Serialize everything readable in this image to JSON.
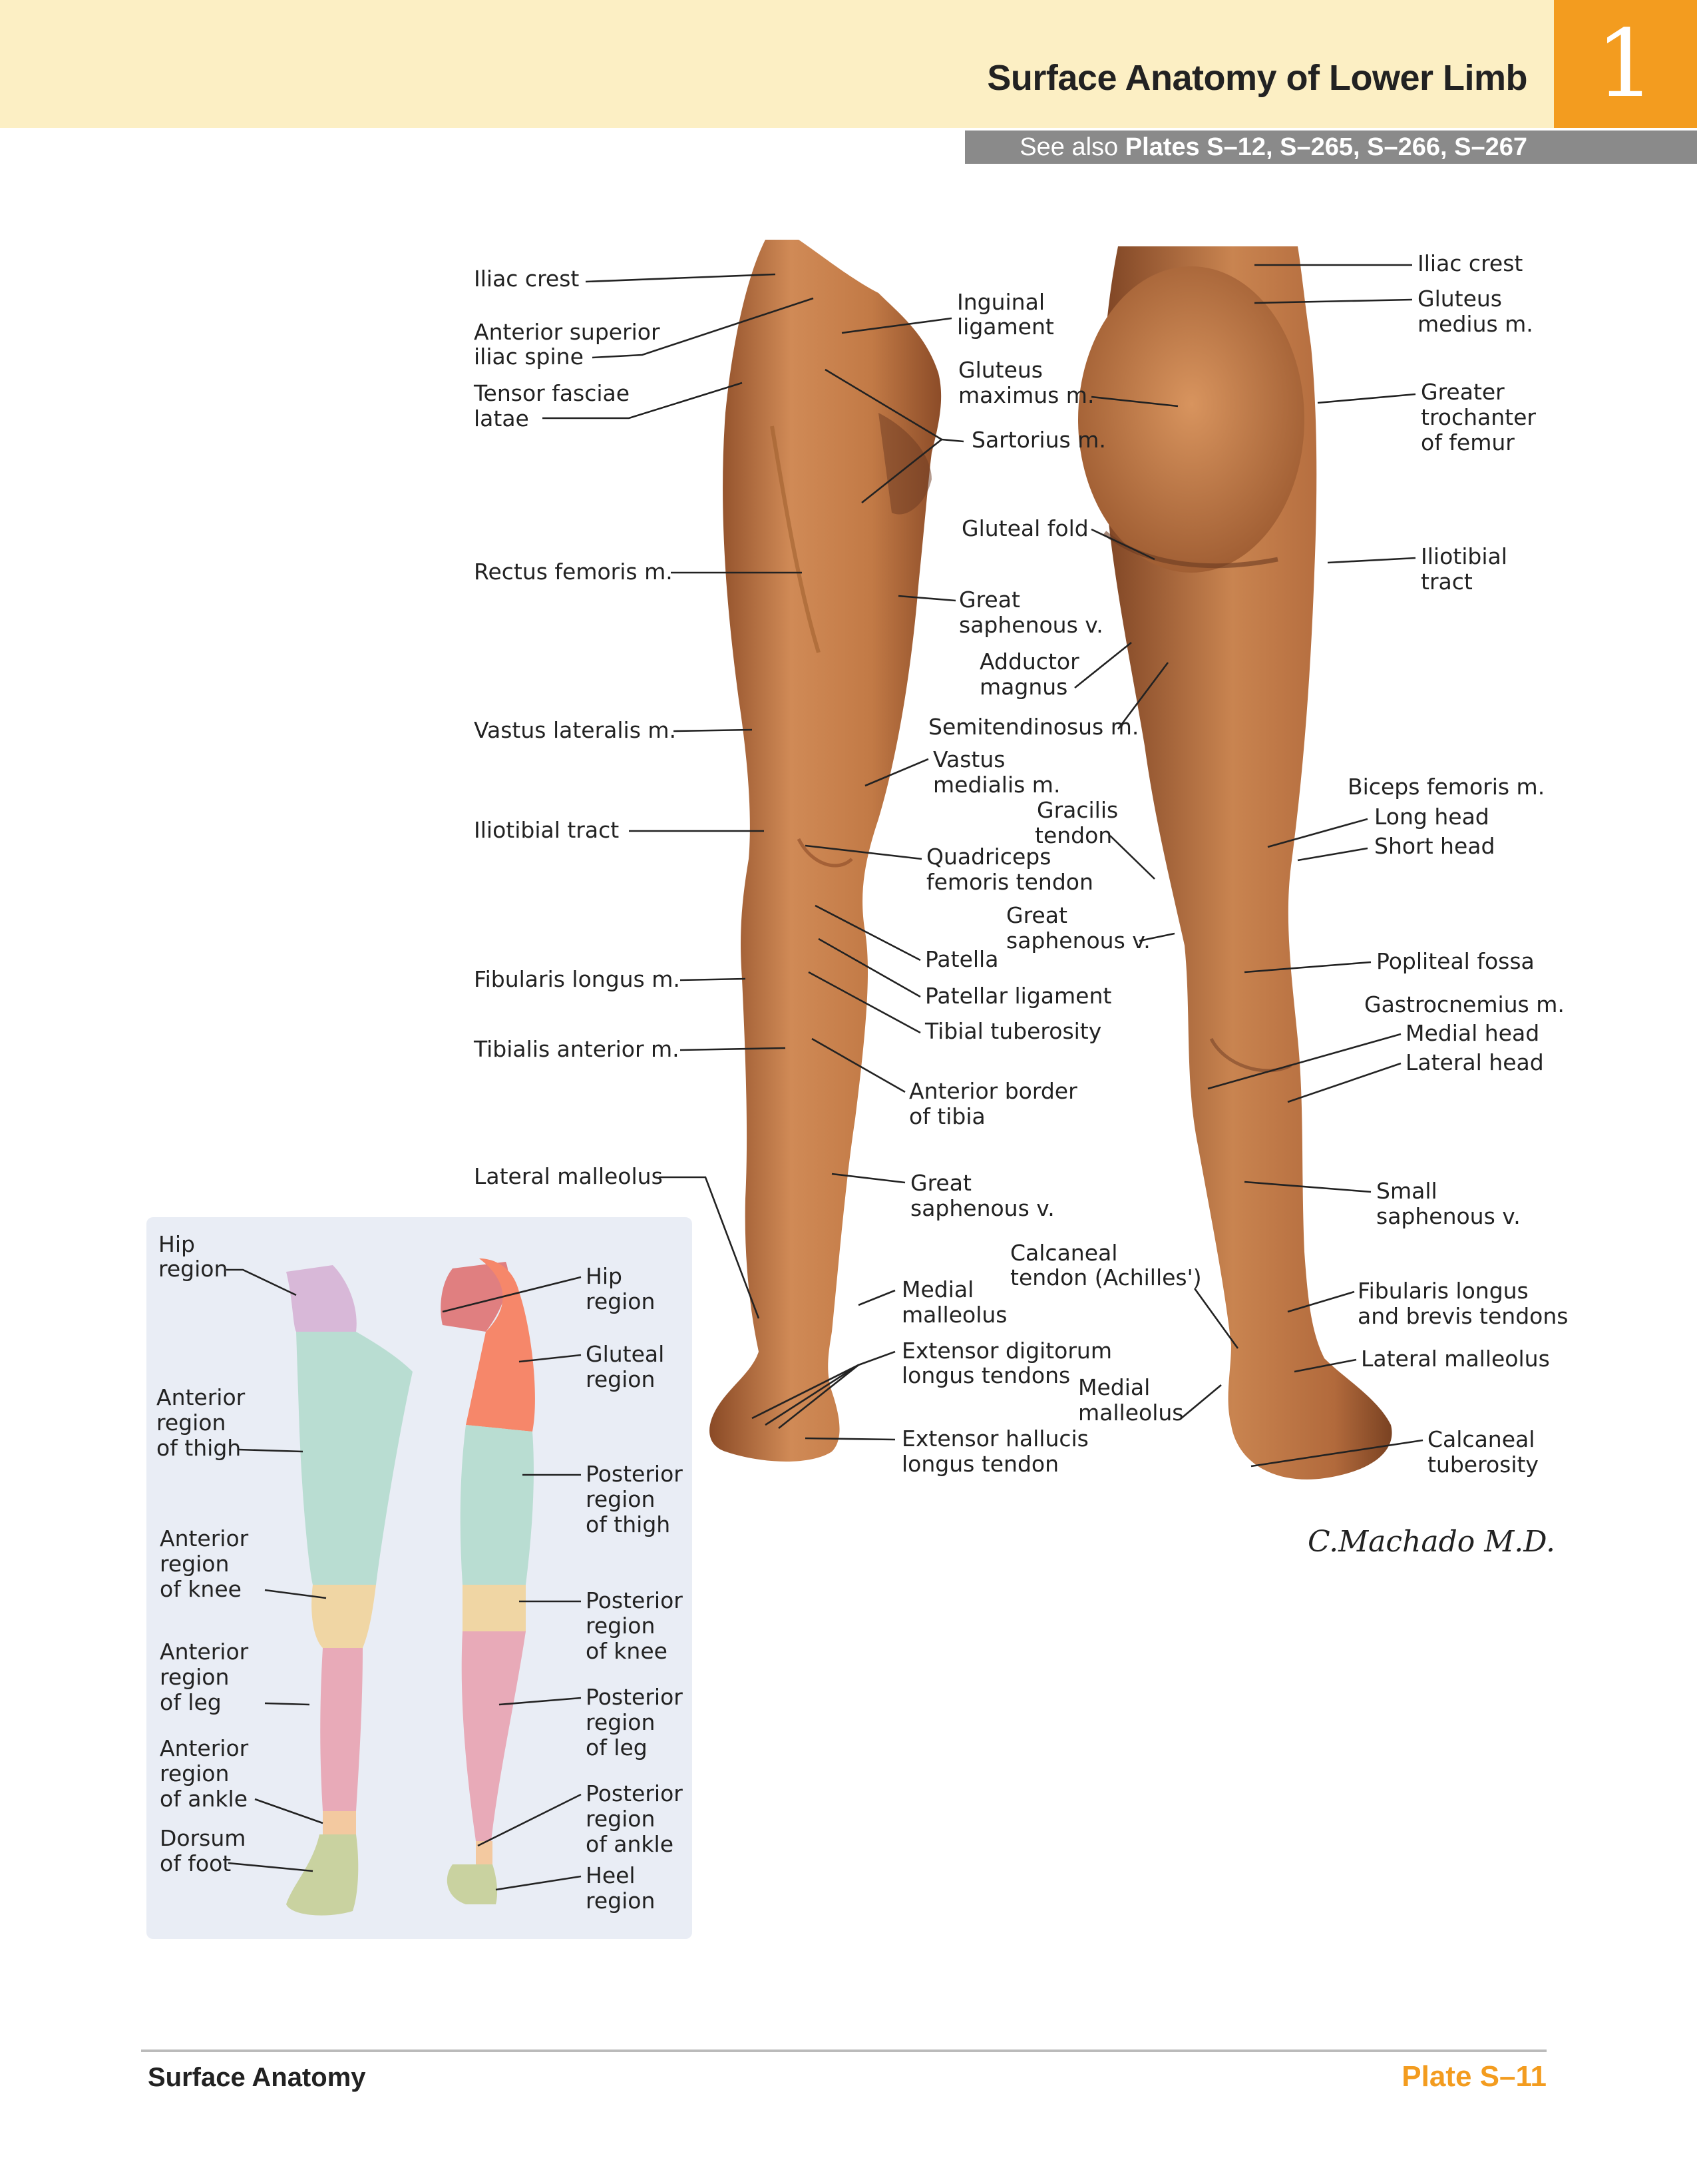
{
  "header": {
    "title": "Surface Anatomy of Lower Limb",
    "plate_tab": "1",
    "see_also_prefix": "See also ",
    "see_also_plates": "Plates S–12, S–265, S–266, S–267"
  },
  "anterior_labels": {
    "iliac_crest": "Iliac crest",
    "asis_1": "Anterior superior",
    "asis_2": "iliac spine",
    "tfl_1": "Tensor fasciae",
    "tfl_2": "latae",
    "rectus": "Rectus femoris m.",
    "vastus_lat": "Vastus lateralis m.",
    "itt": "Iliotibial tract",
    "fib_long": "Fibularis longus m.",
    "tib_ant": "Tibialis anterior m.",
    "lat_mall": "Lateral malleolus",
    "inguinal_1": "Inguinal",
    "inguinal_2": "ligament",
    "sartorius": "Sartorius m.",
    "gsv_1": "Great",
    "gsv_2": "saphenous v.",
    "vastus_med_1": "Vastus",
    "vastus_med_2": "medialis m.",
    "quad_1": "Quadriceps",
    "quad_2": "femoris tendon",
    "patella": "Patella",
    "patellar_lig": "Patellar ligament",
    "tib_tub": "Tibial tuberosity",
    "ant_border_1": "Anterior border",
    "ant_border_2": "of tibia",
    "gsv2_1": "Great",
    "gsv2_2": "saphenous v.",
    "med_mall_1": "Medial",
    "med_mall_2": "malleolus",
    "edl_1": "Extensor digitorum",
    "edl_2": "longus tendons",
    "ehl_1": "Extensor hallucis",
    "ehl_2": "longus tendon"
  },
  "posterior_labels": {
    "iliac_crest": "Iliac crest",
    "glut_med_1": "Gluteus",
    "glut_med_2": "medius m.",
    "glut_max_1": "Gluteus",
    "glut_max_2": "maximus m.",
    "gt_1": "Greater",
    "gt_2": "trochanter",
    "gt_3": "of femur",
    "glut_fold": "Gluteal fold",
    "itt_1": "Iliotibial",
    "itt_2": "tract",
    "add_mag_1": "Adductor",
    "add_mag_2": "magnus",
    "semiten": "Semitendinosus m.",
    "gracilis_1": "Gracilis",
    "gracilis_2": "tendon",
    "biceps": "Biceps femoris m.",
    "long_head": "Long head",
    "short_head": "Short head",
    "gsv_1": "Great",
    "gsv_2": "saphenous v.",
    "popliteal": "Popliteal fossa",
    "gastro": "Gastrocnemius m.",
    "medial_head": "Medial head",
    "lateral_head": "Lateral head",
    "ssv_1": "Small",
    "ssv_2": "saphenous v.",
    "calc_tendon_1": "Calcaneal",
    "calc_tendon_2": "tendon (Achilles')",
    "fib_tendons_1": "Fibularis longus",
    "fib_tendons_2": "and brevis tendons",
    "lat_mall": "Lateral malleolus",
    "med_mall_1": "Medial",
    "med_mall_2": "malleolus",
    "calc_tub_1": "Calcaneal",
    "calc_tub_2": "tuberosity"
  },
  "regions_inset": {
    "hip_a_1": "Hip",
    "hip_a_2": "region",
    "ant_thigh_1": "Anterior",
    "ant_thigh_2": "region",
    "ant_thigh_3": "of thigh",
    "ant_knee_1": "Anterior",
    "ant_knee_2": "region",
    "ant_knee_3": "of knee",
    "ant_leg_1": "Anterior",
    "ant_leg_2": "region",
    "ant_leg_3": "of leg",
    "ant_ankle_1": "Anterior",
    "ant_ankle_2": "region",
    "ant_ankle_3": "of ankle",
    "dorsum_1": "Dorsum",
    "dorsum_2": "of foot",
    "hip_p_1": "Hip",
    "hip_p_2": "region",
    "gluteal_1": "Gluteal",
    "gluteal_2": "region",
    "post_thigh_1": "Posterior",
    "post_thigh_2": "region",
    "post_thigh_3": "of thigh",
    "post_knee_1": "Posterior",
    "post_knee_2": "region",
    "post_knee_3": "of knee",
    "post_leg_1": "Posterior",
    "post_leg_2": "region",
    "post_leg_3": "of leg",
    "post_ankle_1": "Posterior",
    "post_ankle_2": "region",
    "post_ankle_3": "of ankle",
    "heel_1": "Heel",
    "heel_2": "region"
  },
  "signature": "C.Machado M.D.",
  "footer": {
    "section": "Surface Anatomy",
    "plate": "Plate S–11"
  },
  "colors": {
    "accent_orange": "#f39c1f",
    "header_band": "#fcefc4",
    "see_also_bar": "#8a8a8a",
    "skin": "#c07a4a",
    "inset_bg": "#e9edf5"
  }
}
